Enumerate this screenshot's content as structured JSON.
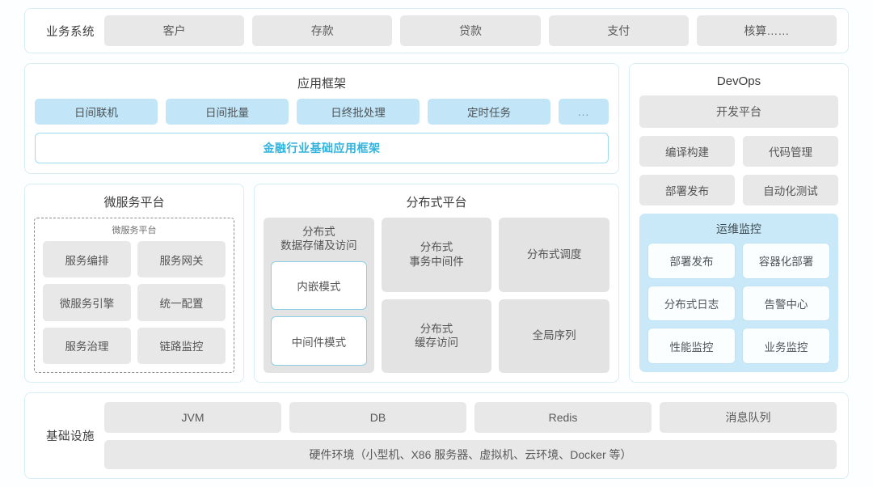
{
  "business_row": {
    "label": "业务系统",
    "items": [
      "客户",
      "存款",
      "贷款",
      "支付",
      "核算……"
    ]
  },
  "app_framework": {
    "title": "应用框架",
    "pills": [
      "日间联机",
      "日间批量",
      "日终批处理",
      "定时任务"
    ],
    "more_pill": "...",
    "base_framework": "金融行业基础应用框架"
  },
  "microservice_platform": {
    "title": "微服务平台",
    "inner_label": "微服务平台",
    "items": [
      "服务编排",
      "服务网关",
      "微服务引擎",
      "统一配置",
      "服务治理",
      "链路监控"
    ]
  },
  "distributed_platform": {
    "title": "分布式平台",
    "storage_column": {
      "title_line1": "分布式",
      "title_line2": "数据存储及访问",
      "modes": [
        "内嵌模式",
        "中间件模式"
      ]
    },
    "cells": [
      {
        "line1": "分布式",
        "line2": "事务中间件"
      },
      {
        "line1": "分布式调度",
        "line2": ""
      },
      {
        "line1": "分布式",
        "line2": "缓存访问"
      },
      {
        "line1": "全局序列",
        "line2": ""
      }
    ]
  },
  "devops": {
    "title": "DevOps",
    "platform": "开发平台",
    "items": [
      "编译构建",
      "代码管理",
      "部署发布",
      "自动化测试"
    ],
    "ops_monitor": {
      "title": "运维监控",
      "items": [
        "部署发布",
        "容器化部署",
        "分布式日志",
        "告警中心",
        "性能监控",
        "业务监控"
      ]
    }
  },
  "infrastructure": {
    "label": "基础设施",
    "items": [
      "JVM",
      "DB",
      "Redis",
      "消息队列"
    ],
    "hardware": "硬件环境（小型机、X86 服务器、虚拟机、云环境、Docker 等）"
  },
  "colors": {
    "accent": "#34b3dd",
    "pill_blue": "#c2e6f7",
    "pill_gray": "#e8e8e8",
    "card_border": "#d8eef5"
  }
}
